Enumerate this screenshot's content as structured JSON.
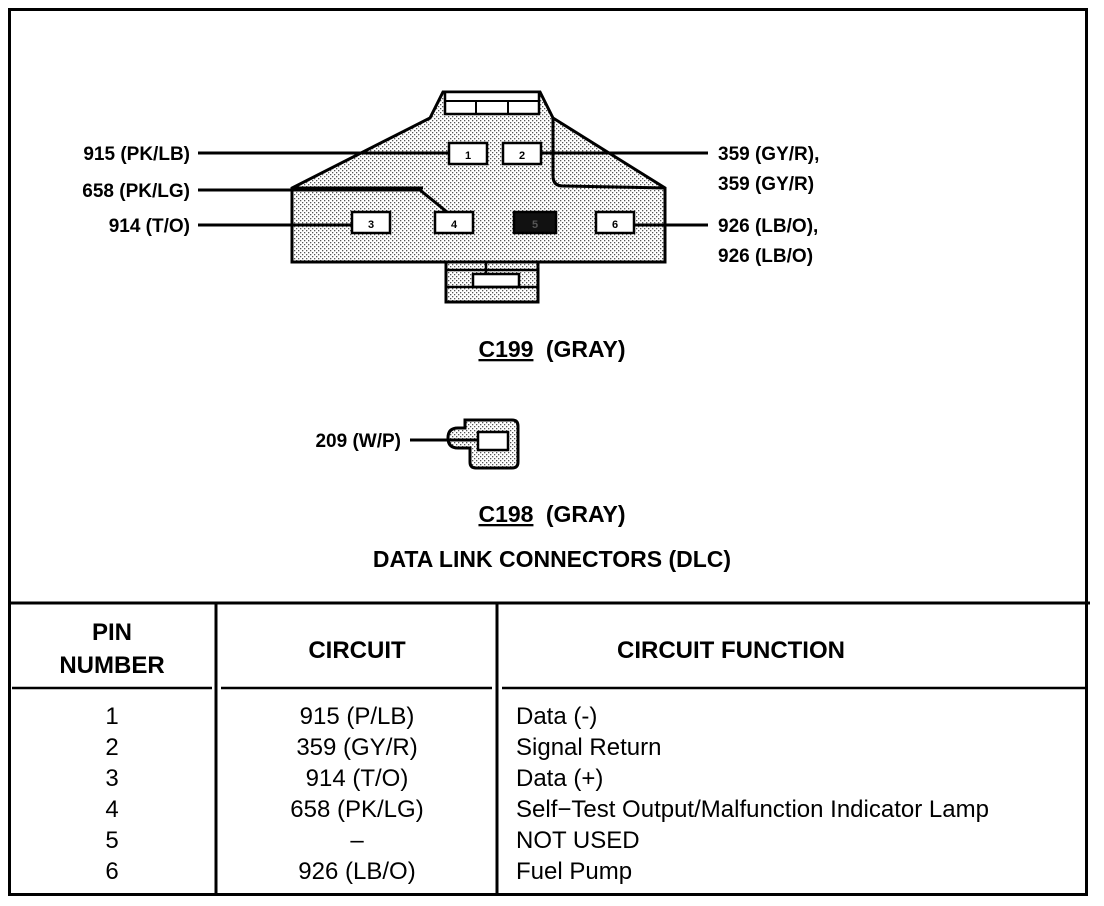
{
  "connector_c199": {
    "id": "C199",
    "color_label": "(GRAY)",
    "pins": [
      {
        "num": "1",
        "label": "915 (PK/LB)"
      },
      {
        "num": "2",
        "label_line1": "359 (GY/R),",
        "label_line2": "359 (GY/R)"
      },
      {
        "num": "3",
        "label": "914 (T/O)"
      },
      {
        "num": "4",
        "label": "658 (PK/LG)"
      },
      {
        "num": "5"
      },
      {
        "num": "6",
        "label_line1": "926 (LB/O),",
        "label_line2": "926 (LB/O)"
      }
    ]
  },
  "connector_c198": {
    "id": "C198",
    "color_label": "(GRAY)",
    "wire_label": "209 (W/P)"
  },
  "diagram_title": "DATA LINK CONNECTORS (DLC)",
  "table": {
    "headers": {
      "pin_line1": "PIN",
      "pin_line2": "NUMBER",
      "circuit": "CIRCUIT",
      "function": "CIRCUIT FUNCTION"
    },
    "rows": [
      {
        "pin": "1",
        "circuit": "915 (P/LB)",
        "function": "Data (-)"
      },
      {
        "pin": "2",
        "circuit": "359 (GY/R)",
        "function": "Signal Return"
      },
      {
        "pin": "3",
        "circuit": "914 (T/O)",
        "function": "Data (+)"
      },
      {
        "pin": "4",
        "circuit": "658 (PK/LG)",
        "function": "Self−Test Output/Malfunction Indicator Lamp"
      },
      {
        "pin": "5",
        "circuit": "–",
        "function": "NOT USED"
      },
      {
        "pin": "6",
        "circuit": "926 (LB/O)",
        "function": "Fuel Pump"
      }
    ]
  }
}
